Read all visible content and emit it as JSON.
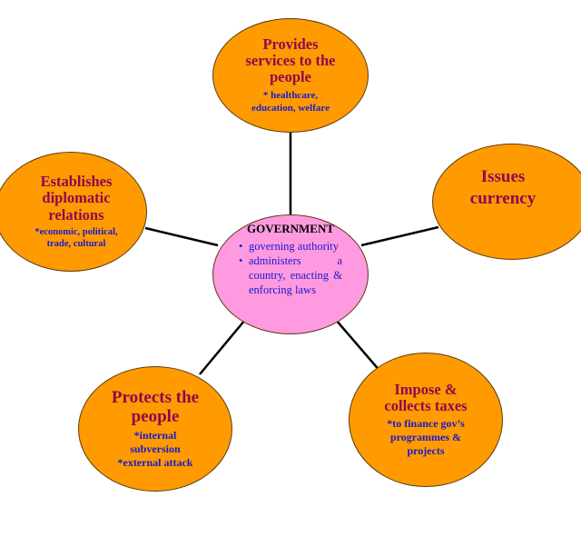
{
  "center": {
    "title": "GOVERNMENT",
    "bullets": [
      "governing authority",
      "administers a country, enacting & enforcing laws"
    ]
  },
  "nodes": {
    "top": {
      "title_lines": [
        "Provides",
        "services to the",
        "people"
      ],
      "details": [
        "* healthcare,",
        "education, welfare"
      ]
    },
    "left": {
      "title_lines": [
        "Establishes",
        "diplomatic",
        "relations"
      ],
      "details": [
        "*economic, political,",
        "trade, cultural"
      ]
    },
    "right": {
      "title_lines": [
        "Issues",
        "currency"
      ]
    },
    "bottom_left": {
      "title_lines": [
        "Protects the",
        "people"
      ],
      "details": [
        "*internal",
        "subversion",
        "*external attack"
      ]
    },
    "bottom_right": {
      "title_lines": [
        "Impose &",
        "collects taxes"
      ],
      "details": [
        "*to finance gov’s",
        "programmes &",
        "projects"
      ]
    }
  },
  "colors": {
    "outer_fill": "#ff9a00",
    "center_fill": "#ff99e0",
    "title_text": "#8b0a50",
    "detail_text": "#1a1acc",
    "connector": "#000000"
  }
}
